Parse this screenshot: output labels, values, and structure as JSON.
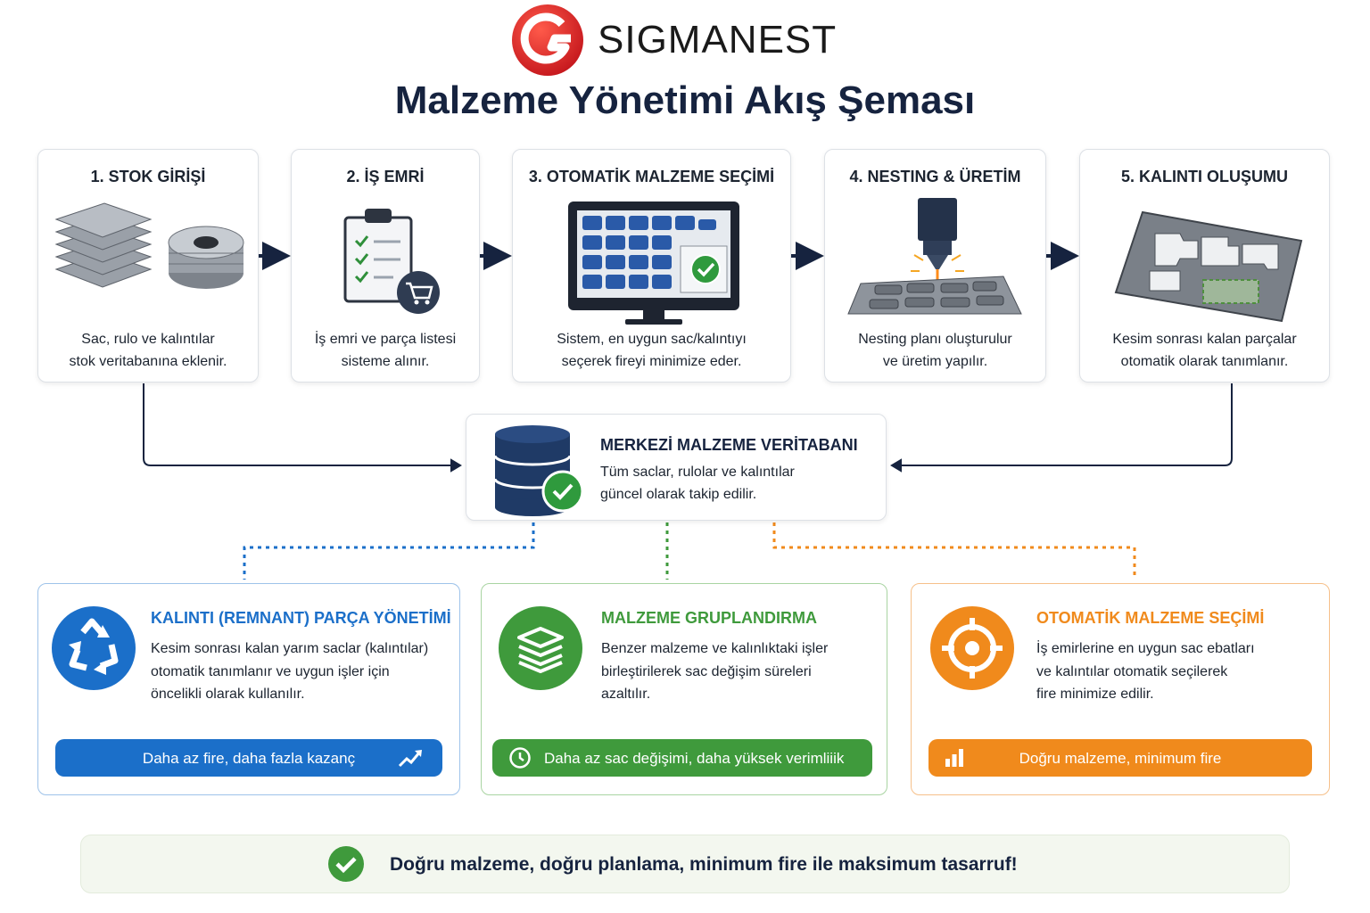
{
  "header": {
    "brand": "SIGMANEST",
    "title": "Malzeme Yönetimi Akış Şeması"
  },
  "steps": [
    {
      "title": "1. STOK GİRİŞİ",
      "desc_line1": "Sac, rulo ve kalıntılar",
      "desc_line2": "stok veritabanına eklenir.",
      "icon": "stock-sheets-and-coil-icon"
    },
    {
      "title": "2. İŞ EMRİ",
      "desc_line1": "İş emri ve parça listesi",
      "desc_line2": "sisteme alınır.",
      "icon": "clipboard-checklist-cart-icon"
    },
    {
      "title": "3. OTOMATİK MALZEME SEÇİMİ",
      "desc_line1": "Sistem, en uygun sac/kalıntıyı",
      "desc_line2": "seçerek fireyi minimize eder.",
      "icon": "monitor-nesting-check-icon"
    },
    {
      "title": "4. NESTING & ÜRETİM",
      "desc_line1": "Nesting planı oluşturulur",
      "desc_line2": "ve üretim yapılır.",
      "icon": "laser-cutting-icon"
    },
    {
      "title": "5. KALINTI OLUŞUMU",
      "desc_line1": "Kesim sonrası kalan parçalar",
      "desc_line2": "otomatik olarak tanımlanır.",
      "icon": "remnant-sheet-icon"
    }
  ],
  "database": {
    "title": "MERKEZİ MALZEME VERİTABANI",
    "desc_line1": "Tüm saclar, rulolar ve kalıntılar",
    "desc_line2": "güncel olarak takip edilir.",
    "icon": "database-check-icon"
  },
  "features": [
    {
      "title": "KALINTI (REMNANT) PARÇA YÖNETİMİ",
      "desc_line1": "Kesim sonrası kalan yarım saclar (kalıntılar)",
      "desc_line2": "otomatik tanımlanır ve uygun işler için",
      "desc_line3": "öncelikli olarak kullanılır.",
      "pill": "Daha az fire, daha fazla kazanç",
      "color": "#1b6fc9",
      "icon": "recycle-icon",
      "pill_icon": "trend-up-icon"
    },
    {
      "title": "MALZEME GRUPLANDIRMA",
      "desc_line1": "Benzer malzeme ve kalınlıktaki işler",
      "desc_line2": "birleştirilerek sac değişim süreleri",
      "desc_line3": "azaltılır.",
      "pill": "Daha az sac değişimi, daha yüksek verimliiik",
      "color": "#3f9a3c",
      "icon": "layers-icon",
      "pill_icon": "clock-icon"
    },
    {
      "title": "OTOMATİK MALZEME SEÇİMİ",
      "desc_line1": "İş emirlerine en uygun sac ebatları",
      "desc_line2": "ve kalıntılar otomatik seçilerek",
      "desc_line3": "fire minimize edilir.",
      "pill": "Doğru malzeme, minimum fire",
      "color": "#f08a1c",
      "icon": "target-icon",
      "pill_icon": "bar-chart-icon"
    }
  ],
  "footer": {
    "text": "Doğru malzeme, doğru planlama, minimum fire ile maksimum tasarruf!",
    "icon": "check-circle-icon"
  },
  "colors": {
    "navy": "#16233f",
    "blue": "#1b6fc9",
    "green": "#3f9a3c",
    "orange": "#f08a1c",
    "brand_red": "#e0242b"
  }
}
